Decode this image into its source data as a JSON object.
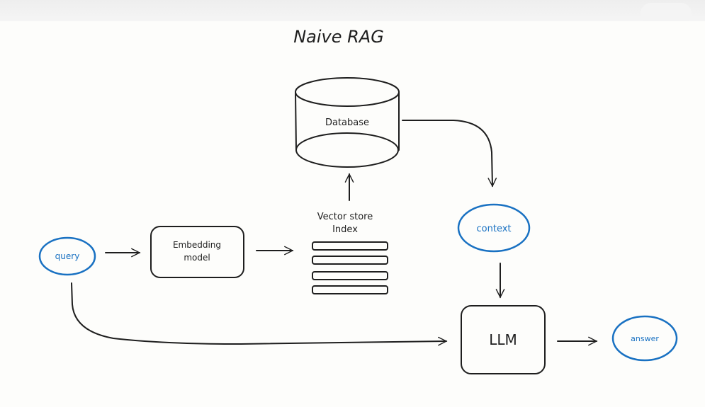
{
  "title": "Naive RAG",
  "colors": {
    "ink": "#1e1e1e",
    "accent": "#1971c2",
    "background": "#fdfdfb"
  },
  "nodes": {
    "database": {
      "label": "Database",
      "shape": "cylinder"
    },
    "vector_store": {
      "label_line1": "Vector store",
      "label_line2": "Index",
      "rows": 4
    },
    "query": {
      "label": "query",
      "shape": "ellipse"
    },
    "embedding_model": {
      "label_line1": "Embedding",
      "label_line2": "model",
      "shape": "rounded-rect"
    },
    "context": {
      "label": "context",
      "shape": "ellipse"
    },
    "llm": {
      "label": "LLM",
      "shape": "rounded-rect"
    },
    "answer": {
      "label": "answer",
      "shape": "ellipse"
    }
  },
  "edges": [
    {
      "from": "query",
      "to": "embedding_model"
    },
    {
      "from": "embedding_model",
      "to": "vector_store"
    },
    {
      "from": "vector_store",
      "to": "database"
    },
    {
      "from": "database",
      "to": "context"
    },
    {
      "from": "context",
      "to": "llm"
    },
    {
      "from": "query",
      "to": "llm"
    },
    {
      "from": "llm",
      "to": "answer"
    }
  ]
}
